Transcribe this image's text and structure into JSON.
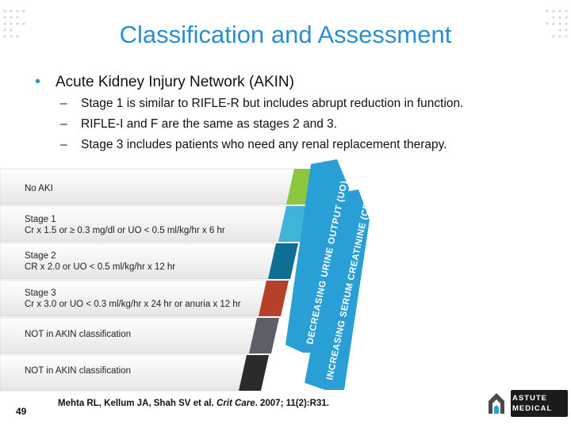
{
  "slide": {
    "title": "Classification and Assessment",
    "main_bullet": "Acute Kidney Injury Network (AKIN)",
    "sub_bullets": [
      "Stage 1 is similar to RIFLE-R but includes abrupt reduction in function.",
      "RIFLE-I and F are the same as stages 2 and 3.",
      "Stage 3 includes patients who need any renal replacement therapy."
    ],
    "bullet_glyph": "•",
    "dash_glyph": "–",
    "page_number": "49"
  },
  "diagram": {
    "rows": [
      {
        "line1": "No AKI",
        "line2": "",
        "color": "#8cc63f"
      },
      {
        "line1": "Stage 1",
        "line2": "Cr x 1.5 or ≥ 0.3 mg/dl or UO < 0.5 ml/kg/hr x 6 hr",
        "color": "#3fb4d8"
      },
      {
        "line1": "Stage 2",
        "line2": "CR x 2.0 or UO < 0.5 ml/kg/hr x 12 hr",
        "color": "#0f6f93"
      },
      {
        "line1": "Stage 3",
        "line2": "Cr x 3.0 or UO < 0.3 ml/kg/hr x 24 hr or anuria x 12 hr",
        "color": "#b5412a"
      },
      {
        "line1": "NOT in AKIN classification",
        "line2": "",
        "color": "#5d6167"
      },
      {
        "line1": "NOT in AKIN classification",
        "line2": "",
        "color": "#2b2b2b"
      }
    ],
    "arrow_uo": "DECREASING URINE OUTPUT (UO)",
    "arrow_cr": "INCREASING SERUM CREATININE (CR)",
    "arrow_color": "#2a9fd6"
  },
  "citation": {
    "before": "Mehta RL, Kellum JA, Shah SV et al. ",
    "journal": "Crit Care",
    "after": ". 2007; 11(2):R31."
  },
  "logo": {
    "line1": "ASTUTE",
    "line2": "MEDICAL",
    "color": "#1b1b1b"
  }
}
